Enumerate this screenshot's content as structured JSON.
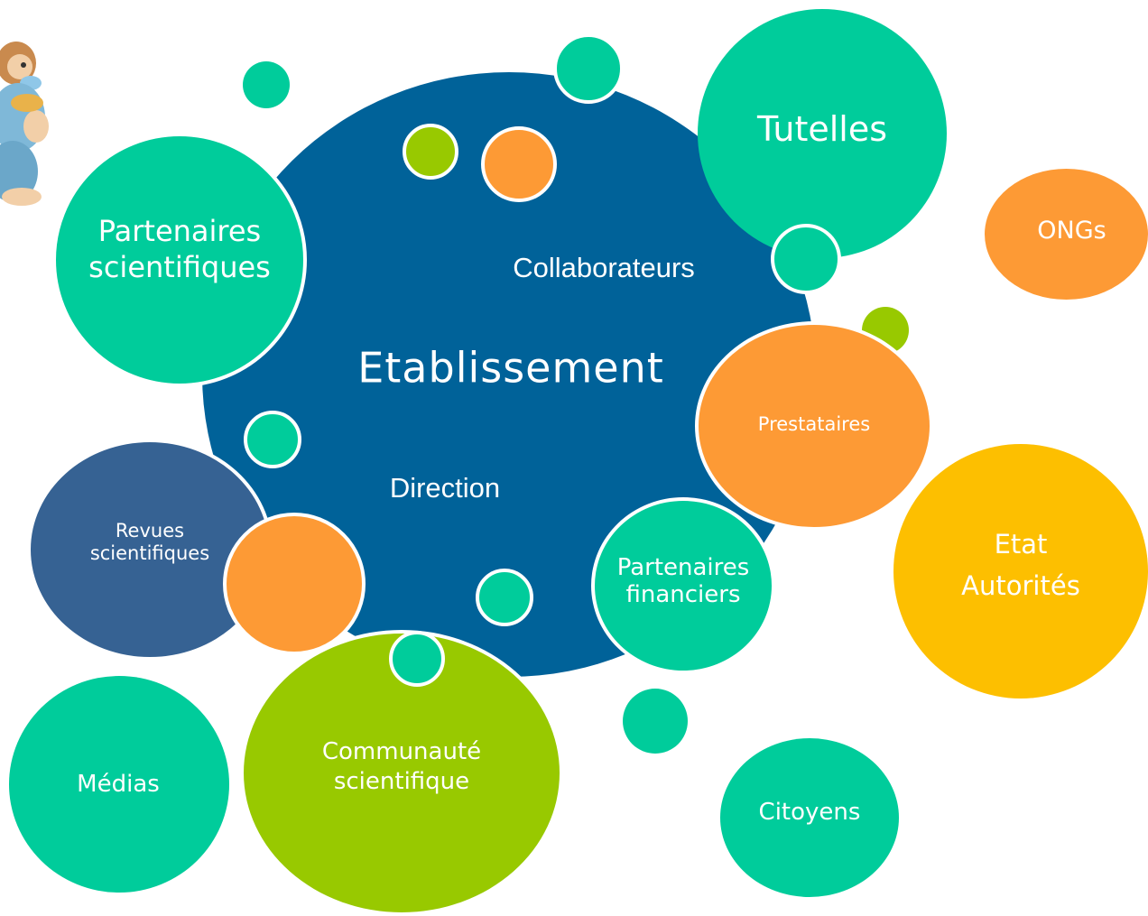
{
  "colors": {
    "teal": "#00cc9b",
    "navy": "#006299",
    "orange": "#fd9a35",
    "lime": "#98c900",
    "yellow": "#fdbf00",
    "slate": "#366293"
  },
  "icons": {
    "mascot": "cartoon-character-icon"
  },
  "center": {
    "title": "Etablissement",
    "collaborateurs": "Collaborateurs",
    "direction": "Direction"
  },
  "stakeholders": {
    "tutelles": "Tutelles",
    "partenaires_scientifiques": "Partenaires\nscientifiques",
    "ongs": "ONGs",
    "prestataires": "Prestataires",
    "etat": "Etat\nAutorités",
    "revues": "Revues\nscientifiques",
    "partenaires_financiers": "Partenaires\nfinanciers",
    "medias": "Médias",
    "communaute": "Communauté\nscientifique",
    "citoyens": "Citoyens"
  }
}
